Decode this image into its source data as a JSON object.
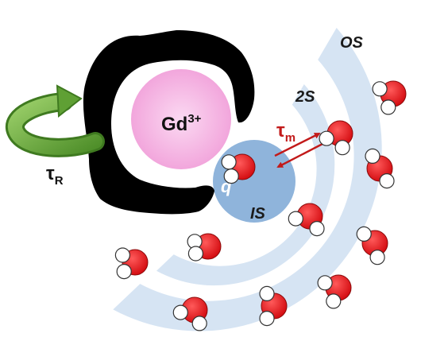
{
  "labels": {
    "gd_ion": "Gd",
    "gd_charge": "3+",
    "tau_m": "τ",
    "tau_m_sub": "m",
    "tau_r": "τ",
    "tau_r_sub": "R",
    "q": "q",
    "inner_sphere": "IS",
    "second_sphere": "2S",
    "outer_sphere": "OS"
  },
  "colors": {
    "sphere_band": "#d6e4f3",
    "inner_sphere": "#8fb4db",
    "gd_ion": "#f2a6dc",
    "ligand": "#000000",
    "rotation_arrow": "#6aaa3a",
    "exchange_arrow": "#c21a1a",
    "oxygen": "#e8141c",
    "hydrogen": "#ffffff"
  },
  "icons": {
    "rotation": "curved-arrow-icon",
    "exchange": "double-arrow-icon",
    "water": "water-molecule-icon"
  }
}
